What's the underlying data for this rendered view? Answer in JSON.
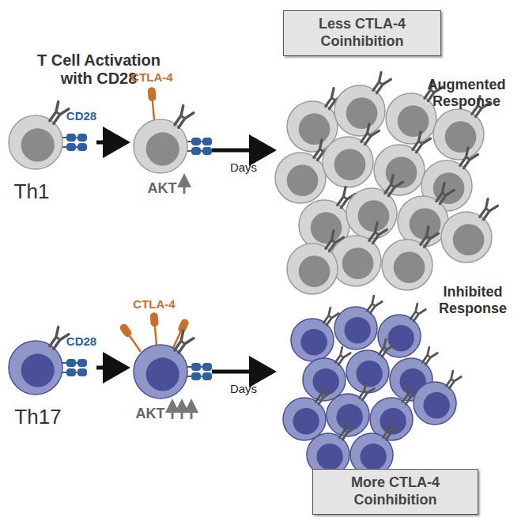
{
  "diagram": {
    "title": "T Cell Activation with CD28",
    "nodes": [
      {
        "text": [
          "Less CTLA-4 Coinhibition"
        ]
      },
      {
        "text": [
          "More CTLA-4 Coinhibition"
        ]
      }
    ],
    "labels": [
      "CD28",
      "CTLA-4",
      "Th1",
      "AKT",
      "Days",
      "Augmented Response",
      "CD28",
      "CTLA-4",
      "Th17",
      "AKT",
      "Days",
      "Inhibited Response"
    ]
  }
}
